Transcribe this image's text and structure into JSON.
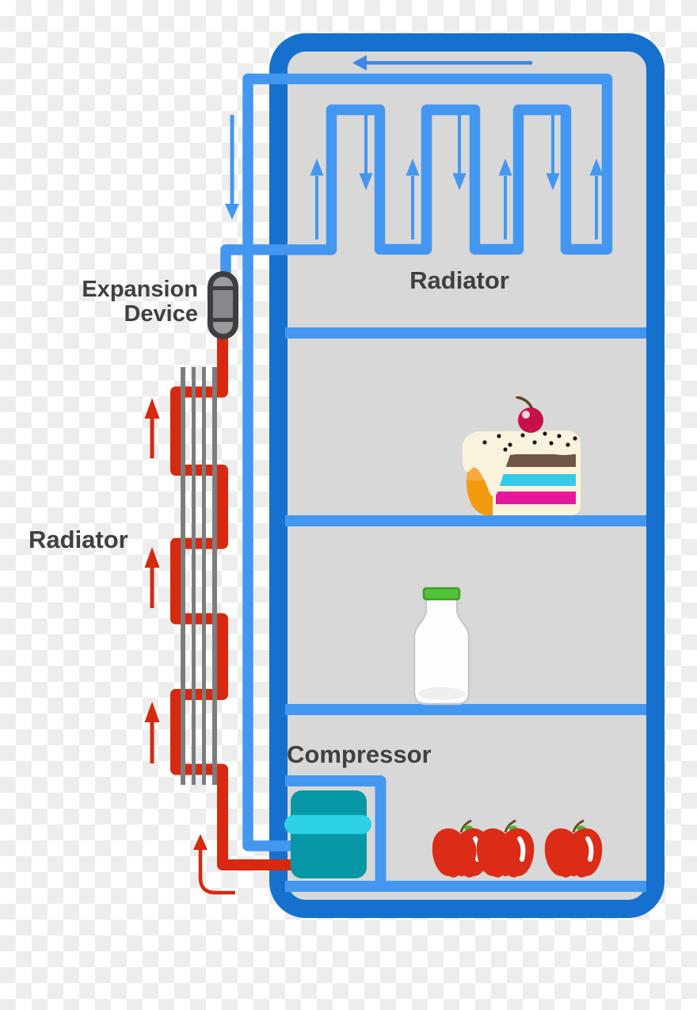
{
  "labels": {
    "inside_radiator": "Radiator",
    "outside_radiator": "Radiator",
    "expansion_line1": "Expansion",
    "expansion_line2": "Device",
    "compressor": "Compressor"
  },
  "colors": {
    "fridge_wall": "#1671CE",
    "pipe_blue": "#4397F1",
    "flow_arrow_blue": "#3E87E6",
    "pipe_red": "#D6290F",
    "interior_gray": "#D8D8D8",
    "compressor_teal": "#0797A7",
    "compressor_band_cyan": "#2BD2E3",
    "fins_gray": "#7B7D7E",
    "label_text": "#3E4043"
  },
  "flow": {
    "top_pipe_arrow_direction": "left",
    "coil_arrow_directions": [
      "up",
      "down",
      "up",
      "down",
      "up",
      "down",
      "up"
    ],
    "external_radiator_arrow_directions": [
      "up",
      "up",
      "up"
    ],
    "bottom_left_arrow": "curved-up"
  },
  "shelf_items": {
    "shelf_2": "cake-slice-icon",
    "shelf_3": "milk-bottle-icon",
    "shelf_4": "apple-icon",
    "apple_count": 3
  }
}
